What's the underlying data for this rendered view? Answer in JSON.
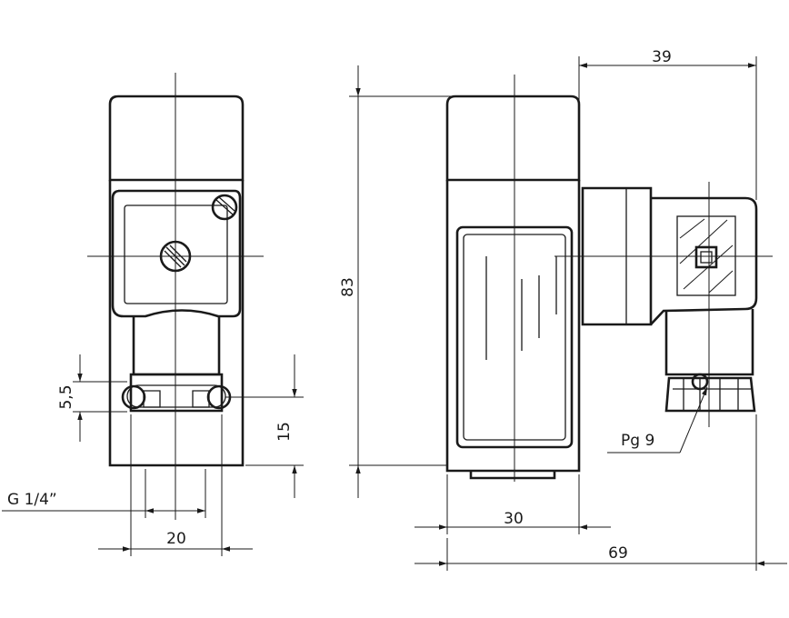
{
  "drawing": {
    "dimensions": {
      "width_top": "39",
      "height_total": "83",
      "thread_height": "5,5",
      "connector_height": "15",
      "thread_label": "G 1/4”",
      "front_width": "20",
      "body_width": "30",
      "total_width": "69",
      "cable_gland": "Pg 9"
    }
  }
}
